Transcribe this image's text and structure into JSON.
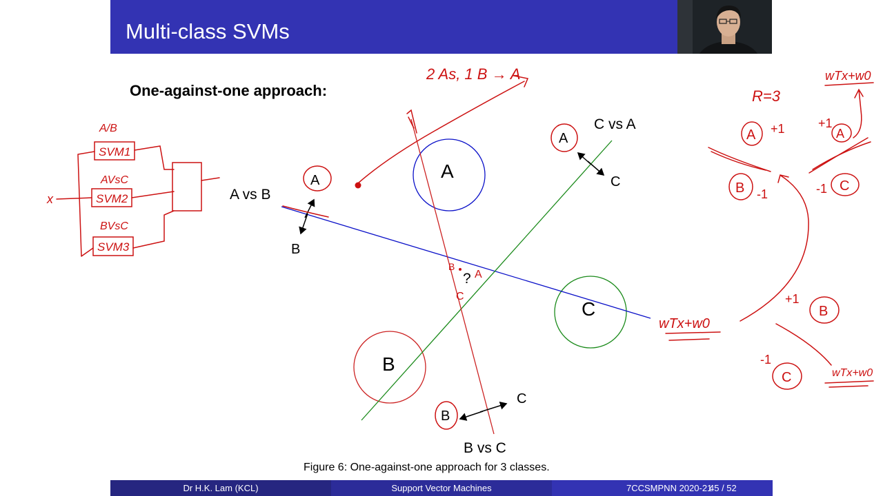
{
  "slide": {
    "title": "Multi-class SVMs",
    "heading": "One-against-one approach:",
    "caption": "Figure 6: One-against-one approach for 3 classes."
  },
  "figure": {
    "class_labels": [
      "A",
      "B",
      "C"
    ],
    "classifier_labels": [
      "A vs B",
      "C vs A",
      "B vs C"
    ],
    "arrow_labels": {
      "ab_top": "A",
      "ab_bottom": "B",
      "ca_top": "A",
      "ca_bottom": "C",
      "bc_left": "B",
      "bc_right": "C"
    },
    "query_mark": "?"
  },
  "annotations": {
    "vote_rule": "2 As, 1 B → A",
    "r_value": "R=3",
    "svm_labels": [
      "SVM1",
      "SVM2",
      "SVM3"
    ],
    "pair_labels": [
      "A/B",
      "AVsC",
      "BVsC"
    ],
    "input_label": "x",
    "boundary_ab": "wTx+w0",
    "boundary_ca": "wTx+w0",
    "boundary_bc": "wTx+w0",
    "plus_one": "+1",
    "minus_one": "-1",
    "mid_letters": [
      "B",
      "A",
      "C"
    ]
  },
  "footer": {
    "author": "Dr H.K. Lam  (KCL)",
    "topic": "Support Vector Machines",
    "course": "7CCSMPNN 2020-21",
    "page": "45 / 52"
  },
  "colors": {
    "header_bg": "#3333b3",
    "footer_dark": "#262680",
    "footer_mid": "#2c2c99",
    "ink_red": "#cc1111",
    "line_blue": "#0a10c8",
    "line_green": "#1a8a1a"
  }
}
